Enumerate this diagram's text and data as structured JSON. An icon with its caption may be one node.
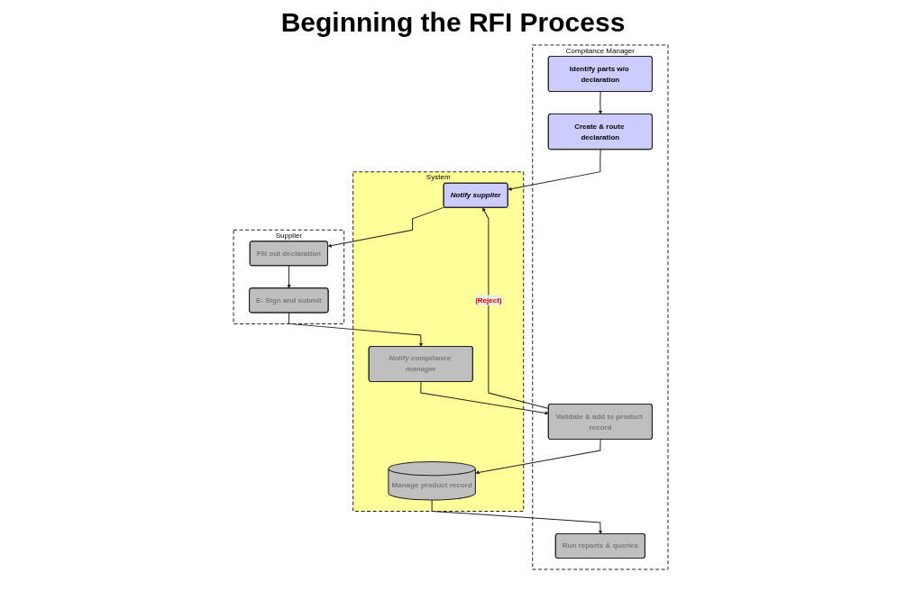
{
  "diagram": {
    "title": "Beginning the RFI Process",
    "nodes": [
      {
        "text": [
          "Compliance Manager"
        ]
      },
      {
        "text": [
          "Identify parts w/o declaration"
        ],
        "in": 0
      },
      {
        "text": [
          "Create & route declaration"
        ],
        "in": 0
      },
      {
        "text": [
          "Validate & add to product record"
        ],
        "in": 0
      },
      {
        "text": [
          "Run reports & queries"
        ],
        "in": 0
      },
      {
        "text": [
          "System"
        ]
      },
      {
        "text": [
          "Notify supplier"
        ],
        "in": 5
      },
      {
        "text": [
          "Notify compliance manager"
        ],
        "in": 5
      },
      {
        "text": [
          "Manage product record"
        ],
        "in": 5
      },
      {
        "text": [
          "Supplier"
        ]
      },
      {
        "text": [
          "Fill out declaration"
        ],
        "in": 9
      },
      {
        "text": [
          "E- Sign and submit"
        ],
        "in": 9
      }
    ],
    "edges": [
      {
        "from": 1,
        "to": 2,
        "arrow": "to"
      },
      {
        "from": 2,
        "to": 6,
        "arrow": "to"
      },
      {
        "from": 3,
        "to": 6,
        "arrow": "to",
        "label": "(Reject)"
      },
      {
        "from": 6,
        "to": 10,
        "arrow": "to"
      },
      {
        "from": 10,
        "to": 11,
        "arrow": "to"
      },
      {
        "from": 11,
        "to": 7,
        "arrow": "to"
      },
      {
        "from": 7,
        "to": 3,
        "arrow": "to"
      },
      {
        "from": 3,
        "to": 8,
        "arrow": "to"
      },
      {
        "from": 8,
        "to": 4,
        "arrow": "to"
      }
    ]
  }
}
